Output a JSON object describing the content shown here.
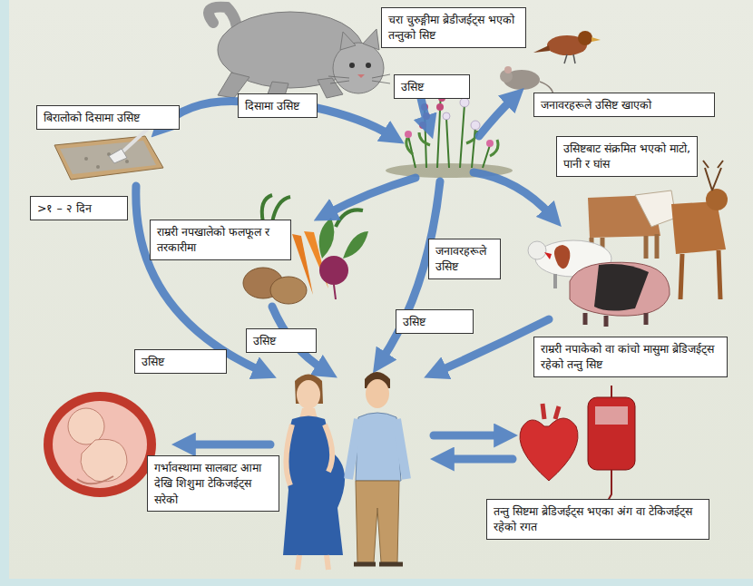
{
  "diagram": {
    "nodes": [
      {
        "text": [
          "चरा चुरुङ्गीमा ब्रेडीजईट्स भएको तन्तुको सिष्ट"
        ]
      },
      {
        "text": [
          "उसिष्ट"
        ]
      },
      {
        "text": [
          "दिसामा उसिष्ट"
        ]
      },
      {
        "text": [
          "जनावरहरूले उसिष्ट खाएको"
        ]
      },
      {
        "text": [
          "बिरालोको दिसामा उसिष्ट"
        ]
      },
      {
        "text": [
          "उसिष्टबाट संक्रमित भएको माटो, पानी र घांस"
        ]
      },
      {
        "text": [
          ">१ – २ दिन"
        ]
      },
      {
        "text": [
          "राम्ररी नपखालेको फलफूल र तरकारीमा"
        ]
      },
      {
        "text": [
          "जनावरहरूले उसिष्ट"
        ]
      },
      {
        "text": [
          "उसिष्ट"
        ]
      },
      {
        "text": [
          "उसिष्ट"
        ]
      },
      {
        "text": [
          "राम्ररी नपाकेको वा कांचो मासुमा ब्रेडिजईट्स रहेको तन्तु सिष्ट"
        ]
      },
      {
        "text": [
          "उसिष्ट"
        ]
      },
      {
        "text": [
          "गर्भावस्थामा सालबाट आमा देखि शिशुमा टेकिजईट्स सरेको"
        ]
      },
      {
        "text": [
          "तन्तु सिष्टमा ब्रेडिजईट्स भएका अंग वा टेकिजईट्स रहेको रगत"
        ]
      }
    ]
  }
}
